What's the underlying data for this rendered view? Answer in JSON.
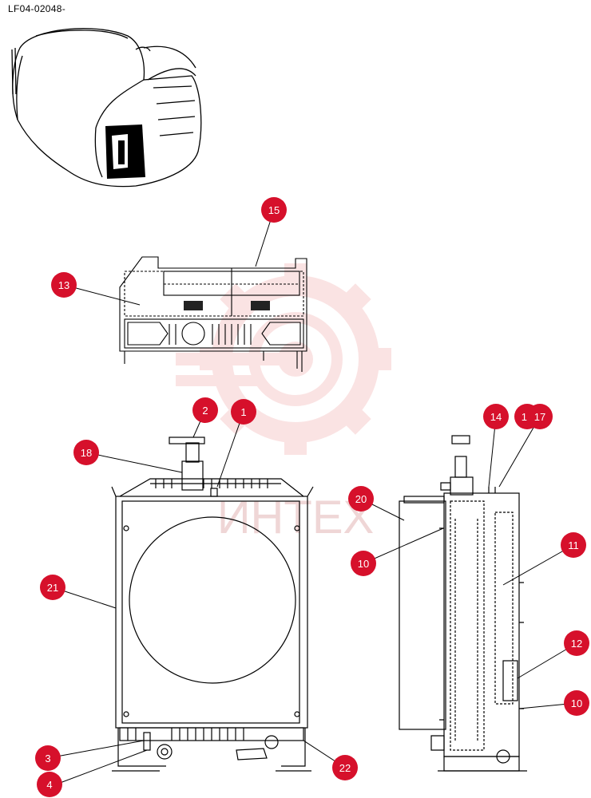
{
  "document_code": "LF04-02048-",
  "watermark": {
    "text": "ИНТЕХ",
    "color": "#f4a6a6"
  },
  "colors": {
    "callout": "#d6102b",
    "callout_text": "#ffffff",
    "line": "#000000"
  },
  "callouts": {
    "c15": "15",
    "c13": "13",
    "c2": "2",
    "c1": "1",
    "c18": "18",
    "c21": "21",
    "c3": "3",
    "c4": "4",
    "c22": "22",
    "c14": "14",
    "c16": "16",
    "c17": "17",
    "c20": "20",
    "c10a": "10",
    "c11": "11",
    "c12": "12",
    "c10b": "10"
  }
}
